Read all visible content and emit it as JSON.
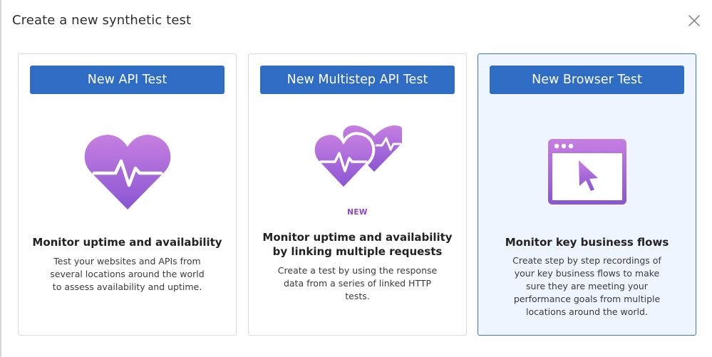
{
  "modal": {
    "title": "Create a new synthetic test",
    "close_icon": "close-icon"
  },
  "cards": [
    {
      "button_label": "New API Test",
      "illustration": "heart-pulse-icon",
      "title": "Monitor uptime and availability",
      "description": "Test your websites and APIs from several locations around the world to assess availability and uptime."
    },
    {
      "button_label": "New Multistep API Test",
      "illustration": "double-heart-pulse-icon",
      "badge": "NEW",
      "title": "Monitor uptime and availability by linking multiple requests",
      "description": "Create a test by using the response data from a series of linked HTTP tests."
    },
    {
      "button_label": "New Browser Test",
      "illustration": "browser-cursor-icon",
      "title": "Monitor key business flows",
      "description": "Create step by step recordings of your key business flows to make sure they are meeting your performance goals from multiple locations around the world.",
      "selected": true
    }
  ],
  "colors": {
    "primary_button": "#2f6cc4",
    "selected_card_bg": "#eef5fe",
    "selected_card_border": "#3d78c8",
    "new_badge": "#8b44d6",
    "illustration_gradient_top": "#c37de0",
    "illustration_gradient_bottom": "#8a55d3"
  }
}
